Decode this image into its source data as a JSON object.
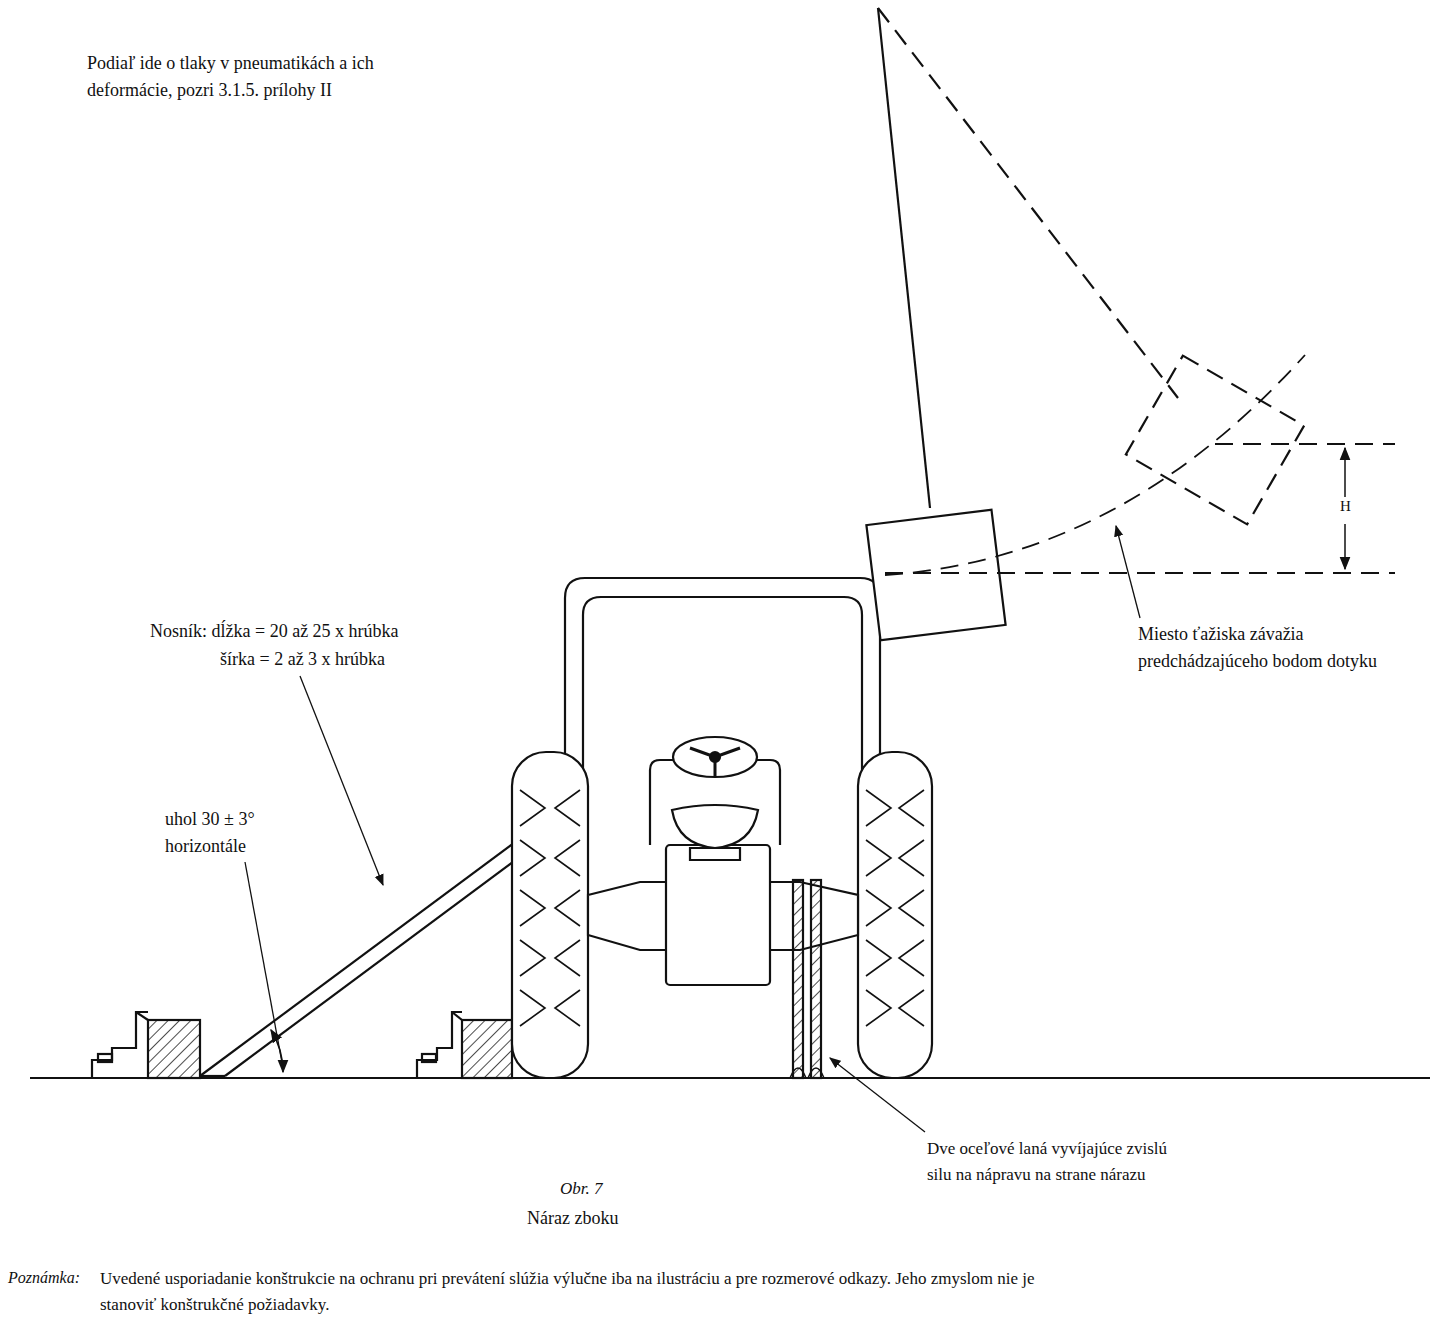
{
  "diagram": {
    "caption": "Náraz zboku",
    "labels": [
      "Podiaľ ide o tlaky v pneumatikách a ich deformácie, pozri 3.1.5. prílohy II",
      "Nosník: dĺžka = 20 až 25 x hrúbka",
      "šírka = 2 až 3 x hrúbka",
      "uhol 30 ± 3° horizontále",
      "H",
      "Miesto ťažiska závažia predchádzajúceho bodom dotyku",
      "Dve oceľové laná vyvíjajúce zvislú silu na nápravu na strane nárazu",
      "Obr. 7",
      "Poznámka:",
      "Uvedené usporiadanie konštrukcie na ochranu pri prevátení slúžia výlučne iba na ilustráciu a pre rozmerové odkazy. Jeho zmyslom nie je stanoviť konštrukčné požiadavky."
    ]
  }
}
